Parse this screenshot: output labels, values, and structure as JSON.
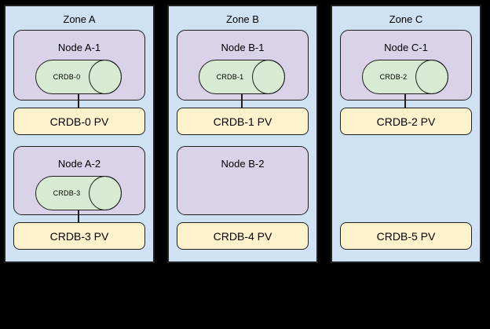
{
  "diagram": {
    "background_color": "#000000",
    "zone_fill": "#cfe2f3",
    "node_fill": "#d9d2e9",
    "cylinder_fill": "#d9ead3",
    "pv_fill": "#fff2cc",
    "border_color": "#1f1f1f"
  },
  "zones": [
    {
      "title": "Zone A",
      "node1": {
        "label": "Node A-1",
        "cylinder": "CRDB-0"
      },
      "pv1": {
        "label": "CRDB-0 PV"
      },
      "node2": {
        "label": "Node A-2",
        "cylinder": "CRDB-3"
      },
      "pv2": {
        "label": "CRDB-3 PV"
      }
    },
    {
      "title": "Zone B",
      "node1": {
        "label": "Node B-1",
        "cylinder": "CRDB-1"
      },
      "pv1": {
        "label": "CRDB-1 PV"
      },
      "node2": {
        "label": "Node B-2"
      },
      "pv2": {
        "label": "CRDB-4 PV"
      }
    },
    {
      "title": "Zone C",
      "node1": {
        "label": "Node C-1",
        "cylinder": "CRDB-2"
      },
      "pv1": {
        "label": "CRDB-2 PV"
      },
      "pv2": {
        "label": "CRDB-5 PV"
      }
    }
  ]
}
